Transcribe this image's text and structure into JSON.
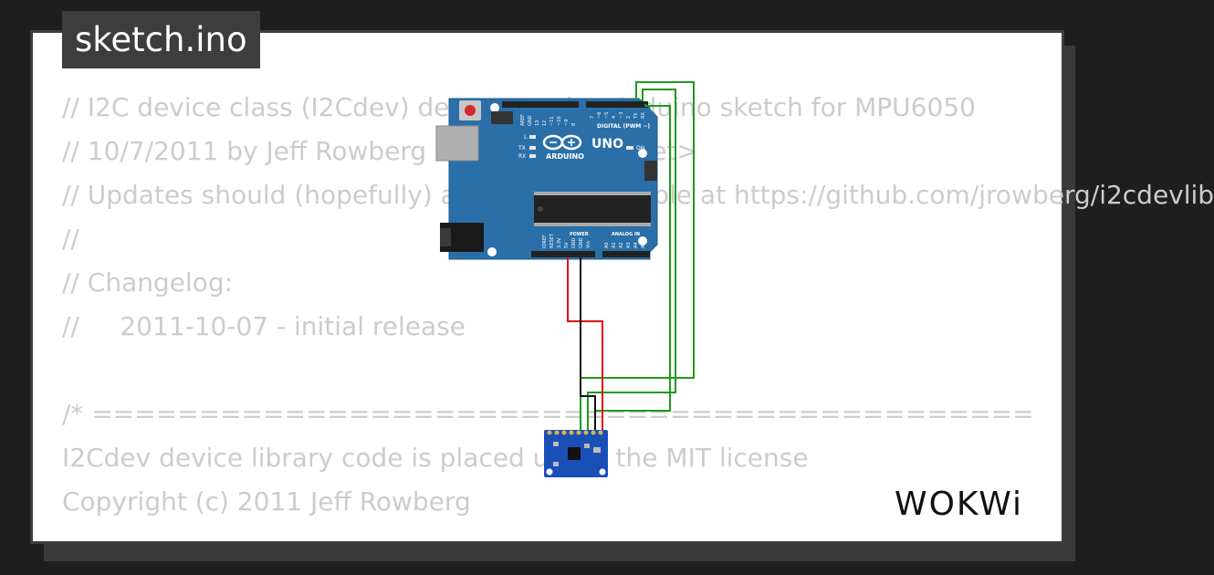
{
  "tab": {
    "filename": "sketch.ino"
  },
  "code_lines": [
    "// I2C device class (I2Cdev) demonstration Arduino sketch for MPU6050",
    "// 10/7/2011 by Jeff Rowberg <jeff@rowberg.net>",
    "// Updates should (hopefully) always be available at https://github.com/jrowberg/i2cdevlib",
    "//",
    "// Changelog:",
    "//     2011-10-07 - initial release",
    "",
    "/* ============================================",
    "I2Cdev device library code is placed under the MIT license",
    "Copyright (c) 2011 Jeff Rowberg"
  ],
  "arduino": {
    "brand": "ARDUINO",
    "model": "UNO",
    "digital_label": "DIGITAL (PWM ~)",
    "power_label": "POWER",
    "analog_label": "ANALOG IN",
    "on_label": "ON",
    "l_label": "L",
    "tx_label": "TX",
    "rx_label": "RX"
  },
  "logo": {
    "text": "WOKWi"
  },
  "colors": {
    "board_blue": "#2a6fa8",
    "wire_green": "#1e9a1e",
    "wire_red": "#e01010",
    "wire_black": "#111111",
    "sensor_blue": "#1a4fb8",
    "tab_bg": "#3d3d3d",
    "code_text": "#cccccc"
  }
}
